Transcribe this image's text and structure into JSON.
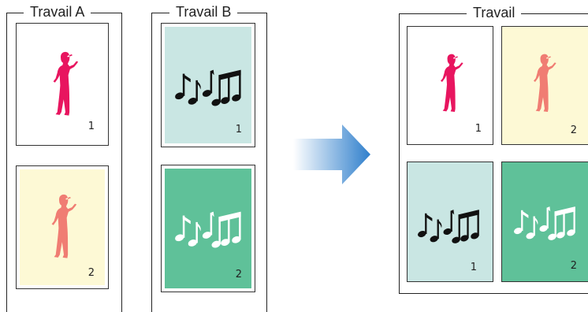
{
  "groups": {
    "job_a": {
      "title": "Travail A"
    },
    "job_b": {
      "title": "Travail B"
    },
    "result": {
      "title": "Travail"
    }
  },
  "pages": {
    "a1": {
      "number": "1",
      "background": "#ffffff",
      "figure": "singer-silhouette",
      "figure_color": "#e8155f"
    },
    "a2": {
      "number": "2",
      "background": "#fdf9d5",
      "figure": "singer-silhouette",
      "figure_color": "#f07d73"
    },
    "b1": {
      "number": "1",
      "background": "#c9e6e3",
      "figure": "music-notes",
      "figure_color": "#111111"
    },
    "b2": {
      "number": "2",
      "background": "#5fc199",
      "figure": "music-notes",
      "figure_color": "#ffffff"
    }
  },
  "arrow": {
    "color_start": "#ffffff",
    "color_end": "#2f7fcc",
    "icon": "right-arrow-icon"
  }
}
